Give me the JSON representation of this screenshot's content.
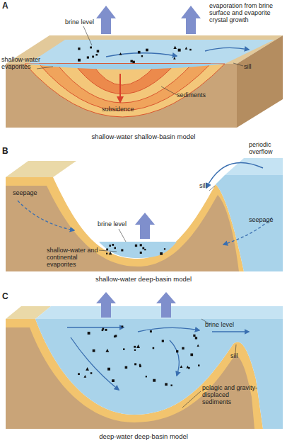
{
  "diagram": {
    "labels": [
      "A",
      "evaporation from brine surface and evaporite crystal growth",
      "brine level",
      "shallow-water evaporites",
      "sill",
      "sediments",
      "subsidence",
      "shallow-water shallow-basin model",
      "B",
      "periodic overflow",
      "seepage",
      "brine level",
      "sill",
      "seepage",
      "shallow-water and continental evaporites",
      "shallow-water deep-basin model",
      "C",
      "brine level",
      "sill",
      "pelagic and gravity-displaced sediments",
      "deep-water deep-basin model"
    ]
  }
}
